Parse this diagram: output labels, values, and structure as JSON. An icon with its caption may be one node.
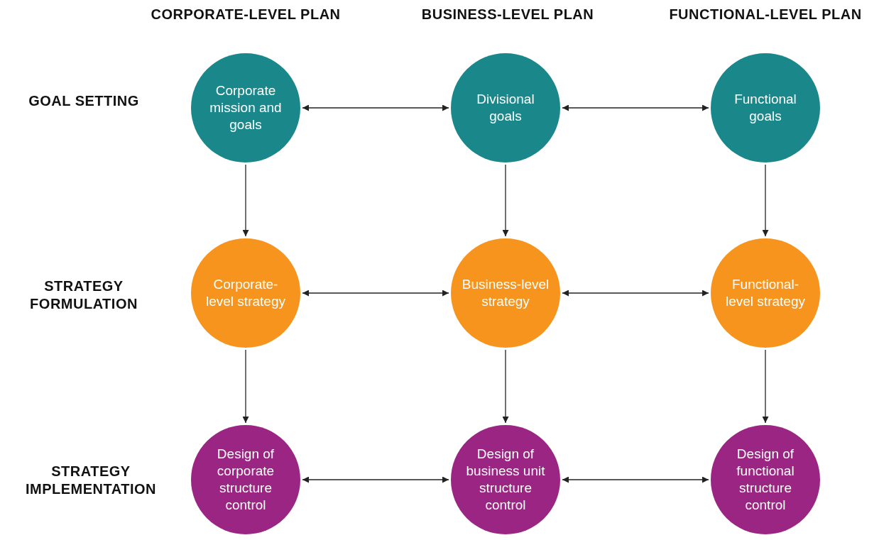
{
  "diagram": {
    "nodes": [
      {
        "text": [
          "Corporate mission and goals"
        ]
      },
      {
        "text": [
          "Divisional goals"
        ]
      },
      {
        "text": [
          "Functional goals"
        ]
      },
      {
        "text": [
          "Corporate-level strategy"
        ]
      },
      {
        "text": [
          "Business-level strategy"
        ]
      },
      {
        "text": [
          "Functional-level strategy"
        ]
      },
      {
        "text": [
          "Design of corporate structure control"
        ]
      },
      {
        "text": [
          "Design of business unit structure control"
        ]
      },
      {
        "text": [
          "Design of functional structure control"
        ]
      }
    ],
    "edges": [
      {
        "from": 0,
        "to": 1,
        "arrow": "both"
      },
      {
        "from": 1,
        "to": 2,
        "arrow": "both"
      },
      {
        "from": 3,
        "to": 4,
        "arrow": "both"
      },
      {
        "from": 4,
        "to": 5,
        "arrow": "both"
      },
      {
        "from": 6,
        "to": 7,
        "arrow": "both"
      },
      {
        "from": 7,
        "to": 8,
        "arrow": "both"
      },
      {
        "from": 0,
        "to": 3,
        "arrow": "to"
      },
      {
        "from": 1,
        "to": 4,
        "arrow": "to"
      },
      {
        "from": 2,
        "to": 5,
        "arrow": "to"
      },
      {
        "from": 3,
        "to": 6,
        "arrow": "to"
      },
      {
        "from": 4,
        "to": 7,
        "arrow": "to"
      },
      {
        "from": 5,
        "to": 8,
        "arrow": "to"
      }
    ],
    "labels": [
      "CORPORATE-LEVEL PLAN",
      "BUSINESS-LEVEL PLAN",
      "FUNCTIONAL-LEVEL PLAN",
      "GOAL SETTING",
      "STRATEGY FORMULATION",
      "STRATEGY IMPLEMENTATION"
    ]
  }
}
